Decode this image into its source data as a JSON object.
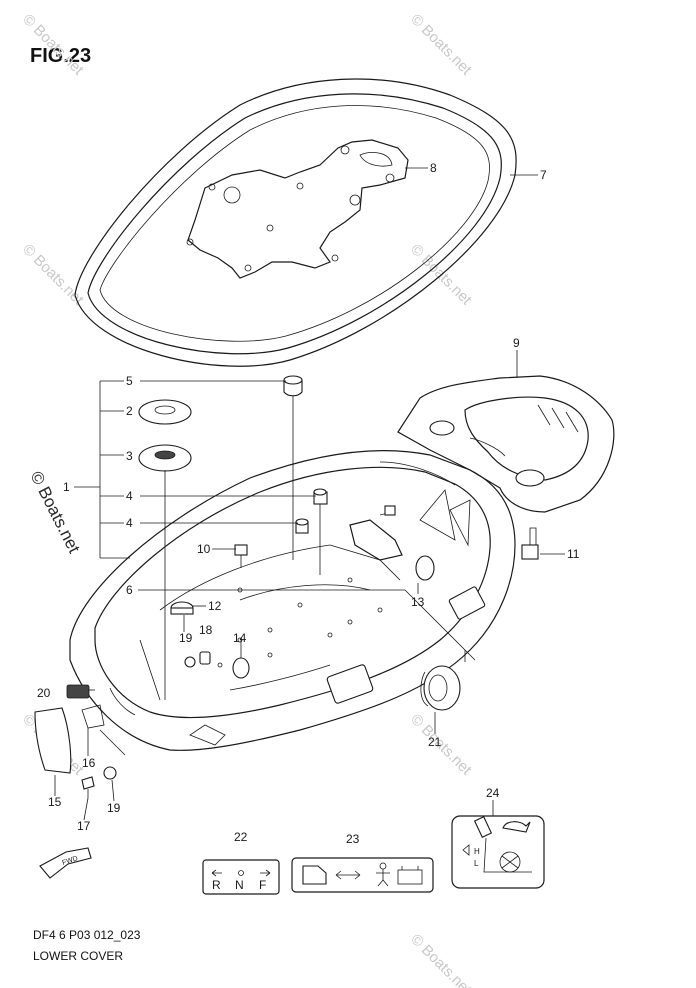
{
  "figure": {
    "title": "FIG.23",
    "code": "DF4 6 P03 012_023",
    "caption": "LOWER COVER"
  },
  "watermark": {
    "text": "© Boats.net"
  },
  "callouts": [
    "1",
    "2",
    "3",
    "4",
    "4",
    "5",
    "6",
    "7",
    "8",
    "9",
    "10",
    "11",
    "12",
    "13",
    "14",
    "15",
    "16",
    "17",
    "18",
    "19",
    "19",
    "20",
    "21",
    "22",
    "23",
    "24"
  ],
  "labels": {
    "shift_plate_letters": [
      "R",
      "N",
      "F"
    ],
    "oil_gauge_letters": [
      "H",
      "L"
    ],
    "fwd_arrow": "FWD"
  }
}
